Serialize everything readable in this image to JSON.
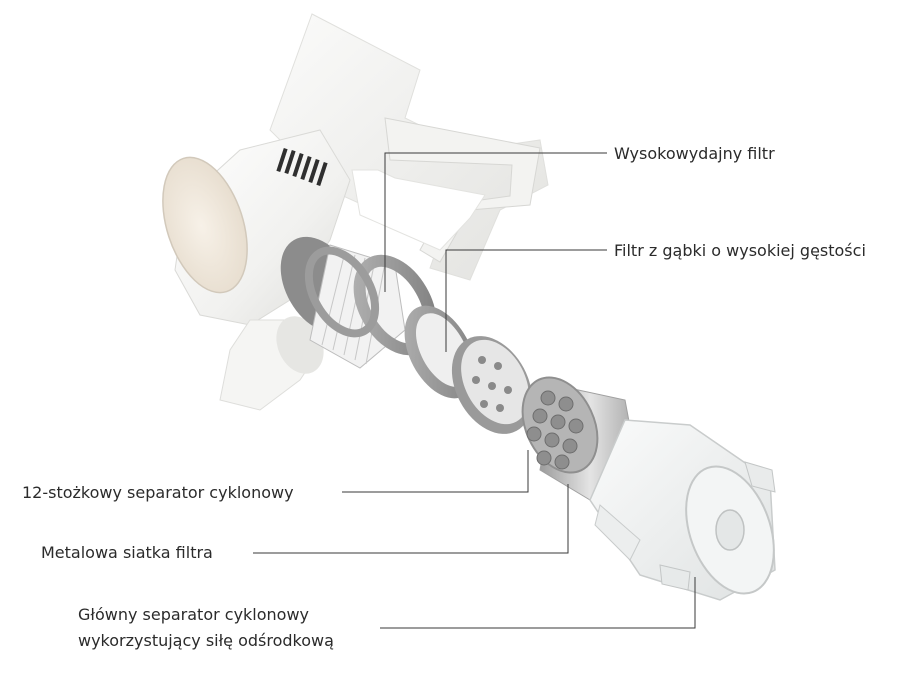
{
  "diagram": {
    "callouts": [
      {
        "id": "hepa-filter",
        "label": "Wysokowydajny filtr"
      },
      {
        "id": "sponge-filter",
        "label": "Filtr z gąbki o wysokiej gęstości"
      },
      {
        "id": "cone-separator",
        "label": "12-stożkowy separator cyklonowy"
      },
      {
        "id": "metal-mesh",
        "label": "Metalowa siatka filtra"
      },
      {
        "id": "main-separator",
        "label_lines": [
          "Główny separator cyklonowy",
          "wykorzystujący siłę odśrodkową"
        ]
      }
    ]
  },
  "colors": {
    "body_white": "#f4f4f2",
    "body_shadow": "#d9d9d6",
    "filter_gray": "#9a9a9a",
    "filter_dark": "#6e6e6e",
    "bin_clear": "#eef0f0",
    "leader_line": "#3a3a3a",
    "label_text": "#2b2b2b"
  }
}
